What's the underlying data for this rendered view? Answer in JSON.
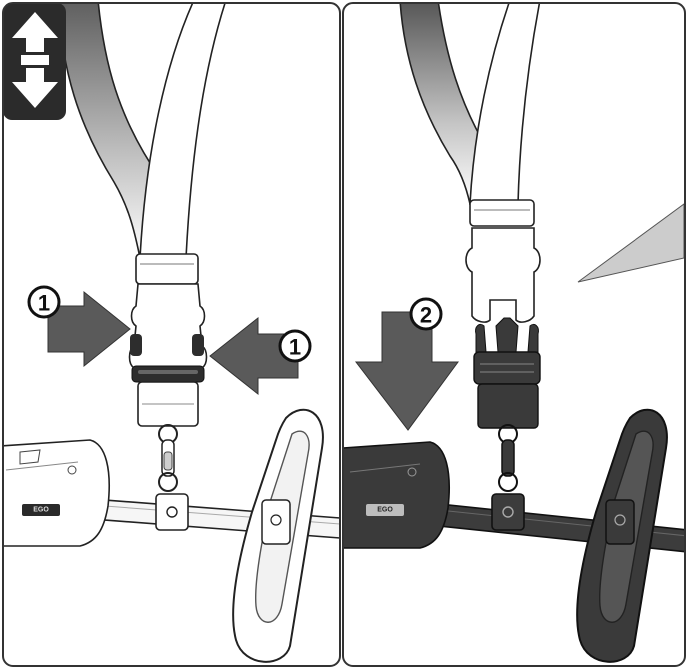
{
  "diagram": {
    "panels": [
      {
        "id": "left",
        "step_labels": [
          "1",
          "1"
        ]
      },
      {
        "id": "right",
        "step_labels": [
          "2"
        ]
      }
    ],
    "housing_badge_text": "EGO",
    "icons": [
      "adjust-length-icon",
      "press-arrow-icon",
      "down-arrow-icon",
      "callout-pointer-icon"
    ],
    "colors": {
      "frame": "#333333",
      "arrow": "#5a5a5a",
      "strap_shadow": "#5f5f5f",
      "strap_light": "#ffffff",
      "dark_part": "#3a3a3a",
      "callout": "#cccccc",
      "badge": "#2a2a2a"
    }
  }
}
